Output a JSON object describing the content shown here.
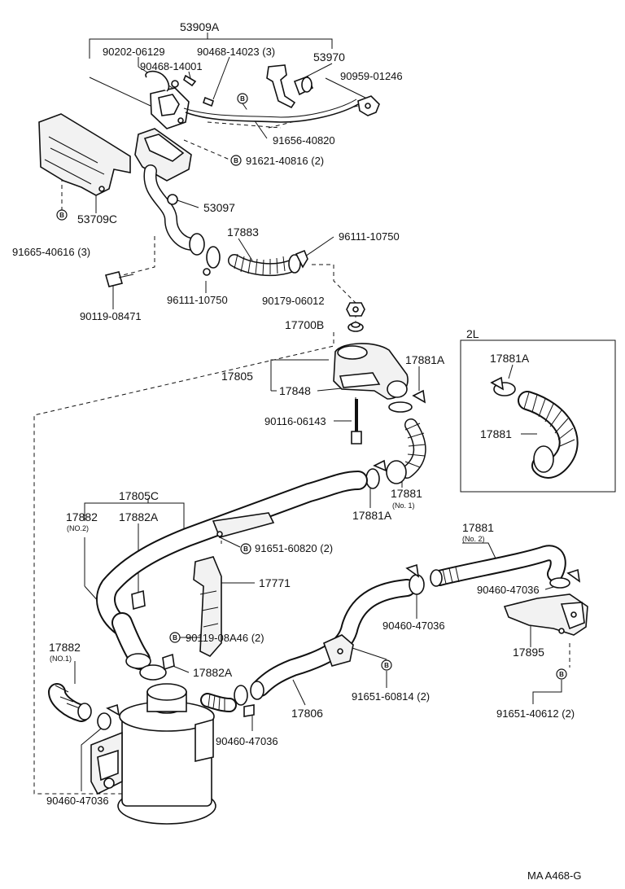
{
  "parts": {
    "p53909A": "53909A",
    "p90202_06129": "90202-06129",
    "p90468_14023": "90468-14023 (3)",
    "p90468_14001": "90468-14001",
    "p53970": "53970",
    "p90959_01246": "90959-01246",
    "p91656_40820": "91656-40820",
    "p91621_40816": "91621-40816 (2)",
    "p53709C": "53709C",
    "p91665_40616": "91665-40616 (3)",
    "p53097": "53097",
    "p17883": "17883",
    "p96111_10750_right": "96111-10750",
    "p96111_10750_left": "96111-10750",
    "p90119_08471": "90119-08471",
    "p90179_06012": "90179-06012",
    "p17700B": "17700B",
    "p17805": "17805",
    "p17848": "17848",
    "p17881A_top": "17881A",
    "p90116_06143": "90116-06143",
    "p17881_no1": "17881",
    "p17881_no1_sub": "(No. 1)",
    "p17881A_bottom": "17881A",
    "p17805C": "17805C",
    "p17882_no2": "17882",
    "p17882_no2_sub": "(NO.2)",
    "p17882A_top": "17882A",
    "p91651_60820": "91651-60820 (2)",
    "p17771": "17771",
    "p90119_08A46": "90119-08A46 (2)",
    "p17882_no1": "17882",
    "p17882_no1_sub": "(NO.1)",
    "p17882A_bottom": "17882A",
    "p17881_no2": "17881",
    "p17881_no2_sub": "(No. 2)",
    "p90460_47036_right": "90460-47036",
    "p90460_47036_mid": "90460-47036",
    "p17895": "17895",
    "p91651_60814": "91651-60814 (2)",
    "p17806": "17806",
    "p90460_47036_center": "90460-47036",
    "p91651_40612": "91651-40612 (2)",
    "p90460_47036_bottom": "90460-47036"
  },
  "inset": {
    "title": "2L",
    "label_17881A": "17881A",
    "label_17881": "17881"
  },
  "callout_symbol": "B",
  "code": "MA  A468-G"
}
